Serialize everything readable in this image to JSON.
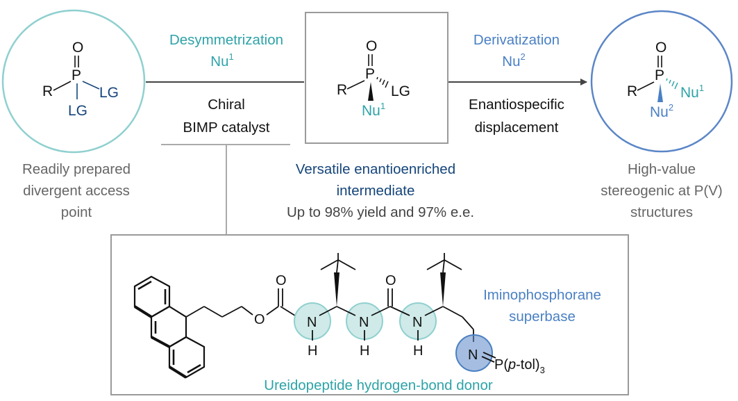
{
  "colors": {
    "teal": "#2ea3a8",
    "teal_circle": "#8fd0cf",
    "teal_fill": "#cfeae8",
    "blue": "#4a80c4",
    "blue_circle": "#5b86c7",
    "navy": "#15457a",
    "gray_text": "#666666",
    "box_border": "#9a9a9a",
    "black": "#111111"
  },
  "start": {
    "caption": [
      "Readily prepared",
      "divergent access",
      "point"
    ],
    "molecule": {
      "R": "R",
      "P": "P",
      "O": "O",
      "LG1": "LG",
      "LG2": "LG"
    }
  },
  "step1": {
    "reagent": "Desymmetrization",
    "nu_base": "Nu",
    "nu_sup": "1",
    "catalyst": [
      "Chiral",
      "BIMP catalyst"
    ]
  },
  "intermediate": {
    "molecule": {
      "R": "R",
      "P": "P",
      "O": "O",
      "LG": "LG",
      "Nu": "Nu",
      "Nu_sup": "1"
    },
    "title": [
      "Versatile enantioenriched",
      "intermediate"
    ],
    "yield_note": "Up to 98% yield and 97% e.e."
  },
  "step2": {
    "reagent": "Derivatization",
    "nu_base": "Nu",
    "nu_sup": "2",
    "description": [
      "Enantiospecific",
      "displacement"
    ]
  },
  "product": {
    "caption": [
      "High-value",
      "stereogenic at P(V)",
      "structures"
    ],
    "molecule": {
      "R": "R",
      "P": "P",
      "O": "O",
      "Nu1": "Nu",
      "Nu1_sup": "1",
      "Nu2": "Nu",
      "Nu2_sup": "2"
    }
  },
  "catalyst_structure": {
    "superbase_label": [
      "Iminophosphorane",
      "superbase"
    ],
    "donor_label": "Ureidopeptide hydrogen-bond donor",
    "atoms": {
      "O": "O",
      "N": "N",
      "H": "H"
    },
    "phosphorane": {
      "prefix": "P(",
      "italic": "p",
      "suffix": "-tol)",
      "subscript": "3"
    }
  }
}
